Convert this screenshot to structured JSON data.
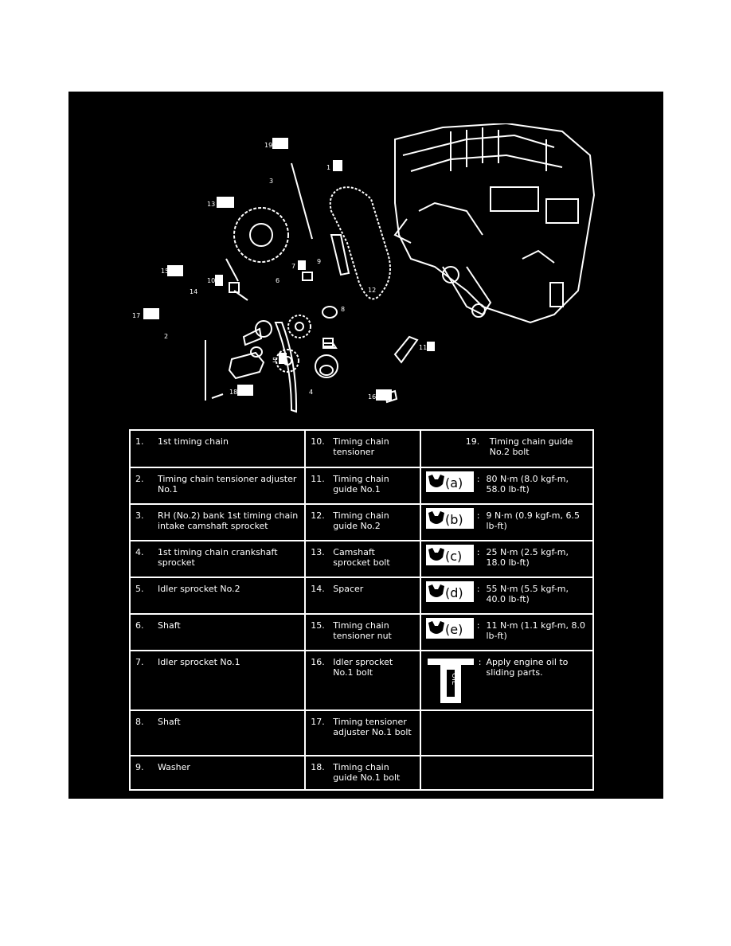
{
  "figure": {
    "callouts": [
      {
        "id": "c19",
        "num": "19"
      },
      {
        "id": "c1",
        "num": "1"
      },
      {
        "id": "c3",
        "num": "3"
      },
      {
        "id": "c13",
        "num": "13"
      },
      {
        "id": "c7",
        "num": "7"
      },
      {
        "id": "c9",
        "num": "9"
      },
      {
        "id": "c12",
        "num": "12"
      },
      {
        "id": "c15",
        "num": "15"
      },
      {
        "id": "c10",
        "num": "10"
      },
      {
        "id": "c14",
        "num": "14"
      },
      {
        "id": "c8",
        "num": "8"
      },
      {
        "id": "c17",
        "num": "17"
      },
      {
        "id": "c2",
        "num": "2"
      },
      {
        "id": "c6",
        "num": "6"
      },
      {
        "id": "c5",
        "num": "5"
      },
      {
        "id": "c4",
        "num": "4"
      },
      {
        "id": "c11",
        "num": "11"
      },
      {
        "id": "c18",
        "num": "18"
      },
      {
        "id": "c16",
        "num": "16"
      }
    ]
  },
  "legend": {
    "parts": [
      {
        "num": "1.",
        "name": "1st timing chain"
      },
      {
        "num": "2.",
        "name": "Timing chain tensioner adjuster No.1"
      },
      {
        "num": "3.",
        "name": "RH (No.2) bank 1st timing chain intake camshaft sprocket"
      },
      {
        "num": "4.",
        "name": "1st timing chain crankshaft sprocket"
      },
      {
        "num": "5.",
        "name": "Idler sprocket No.2"
      },
      {
        "num": "6.",
        "name": "Shaft"
      },
      {
        "num": "7.",
        "name": "Idler sprocket No.1"
      },
      {
        "num": "8.",
        "name": "Shaft"
      },
      {
        "num": "9.",
        "name": "Washer"
      },
      {
        "num": "10.",
        "name": "Timing chain tensioner"
      },
      {
        "num": "11.",
        "name": "Timing chain guide No.1"
      },
      {
        "num": "12.",
        "name": "Timing chain guide No.2"
      },
      {
        "num": "13.",
        "name": "Camshaft sprocket bolt"
      },
      {
        "num": "14.",
        "name": "Spacer"
      },
      {
        "num": "15.",
        "name": "Timing chain tensioner nut"
      },
      {
        "num": "16.",
        "name": "Idler sprocket No.1 bolt"
      },
      {
        "num": "17.",
        "name": "Timing tensioner adjuster No.1 bolt"
      },
      {
        "num": "18.",
        "name": "Timing chain guide No.1 bolt"
      },
      {
        "num": "19.",
        "name": "Timing chain guide No.2 bolt"
      }
    ],
    "torques": [
      {
        "code": "(a)",
        "value": "80 N·m (8.0 kgf-m, 58.0 lb-ft)"
      },
      {
        "code": "(b)",
        "value": "9 N·m (0.9 kgf-m, 6.5 lb-ft)"
      },
      {
        "code": "(c)",
        "value": "25 N·m (2.5 kgf-m, 18.0 lb-ft)"
      },
      {
        "code": "(d)",
        "value": "55 N·m (5.5 kgf-m, 40.0 lb-ft)"
      },
      {
        "code": "(e)",
        "value": "11 N·m (1.1 kgf-m, 8.0 lb-ft)"
      }
    ],
    "oil": {
      "label": "OIL",
      "text": "Apply engine oil to sliding parts."
    },
    "colon": ":"
  },
  "colors": {
    "background": "#000000",
    "foreground": "#ffffff"
  }
}
